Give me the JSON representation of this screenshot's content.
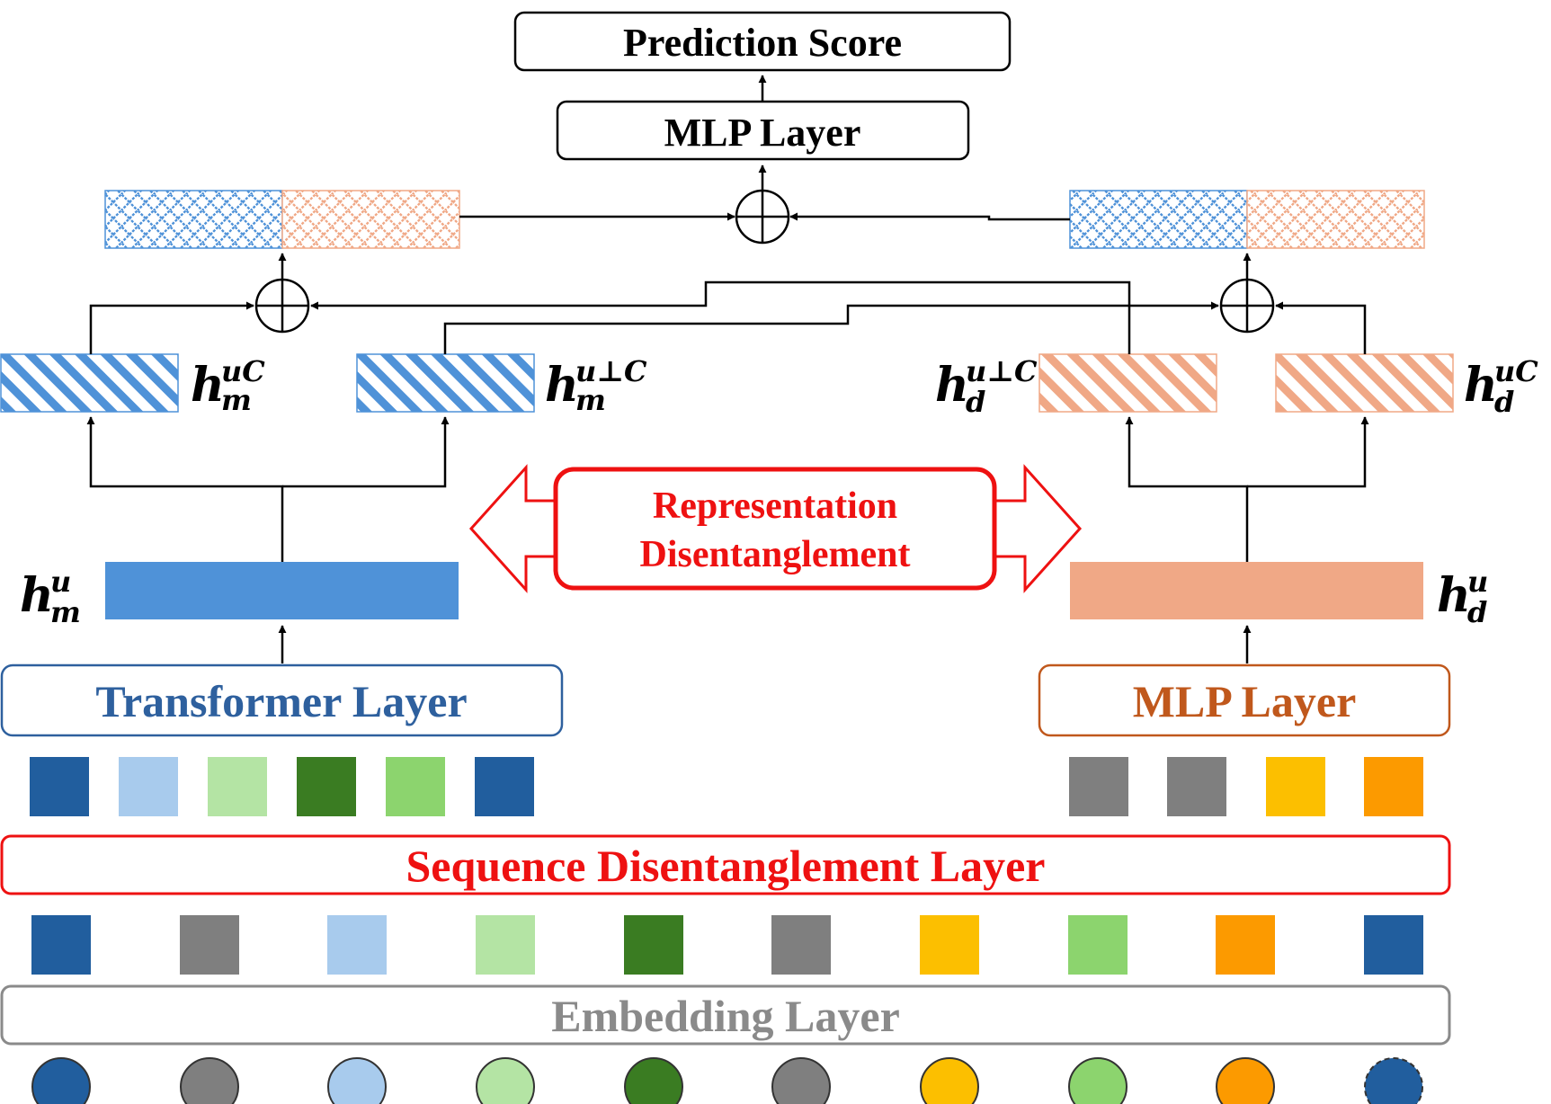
{
  "title_box": "Prediction Score",
  "top_mlp": "MLP Layer",
  "representation": {
    "line1": "Representation",
    "line2": "Disentanglement"
  },
  "transformer_layer": "Transformer Layer",
  "mlp_layer_right": "MLP Layer",
  "sequence_layer": "Sequence Disentanglement Layer",
  "embedding_layer": "Embedding Layer",
  "labels": {
    "h": "h",
    "m": "m",
    "d": "d",
    "uC": "uC",
    "uperpC": "u⊥C",
    "u": "u"
  },
  "colors": {
    "blue": "#4f92d8",
    "orange": "#f0a886",
    "red": "#ee1111",
    "dark_blue_text": "#2e609e",
    "dark_orange_text": "#c0581c",
    "gray_text": "#8a8a8a",
    "seq_dark_blue": "#215e9e",
    "seq_light_blue": "#a8cbed",
    "seq_light_green": "#b4e4a4",
    "seq_dark_green": "#3a7c22",
    "seq_mid_green": "#8cd46e",
    "seq_gray": "#7f7f7f",
    "seq_yellow": "#fcbf00",
    "seq_orange": "#fc9a00"
  },
  "left_sequence": [
    "seq_dark_blue",
    "seq_light_blue",
    "seq_light_green",
    "seq_dark_green",
    "seq_mid_green",
    "seq_dark_blue"
  ],
  "right_sequence": [
    "seq_gray",
    "seq_gray",
    "seq_yellow",
    "seq_orange"
  ],
  "full_sequence": [
    "seq_dark_blue",
    "seq_gray",
    "seq_light_blue",
    "seq_light_green",
    "seq_dark_green",
    "seq_gray",
    "seq_yellow",
    "seq_mid_green",
    "seq_orange",
    "seq_dark_blue"
  ],
  "circles": [
    "seq_dark_blue",
    "seq_gray",
    "seq_light_blue",
    "seq_light_green",
    "seq_dark_green",
    "seq_gray",
    "seq_yellow",
    "seq_mid_green",
    "seq_orange",
    "seq_dark_blue"
  ],
  "last_circle_style": "dashed"
}
